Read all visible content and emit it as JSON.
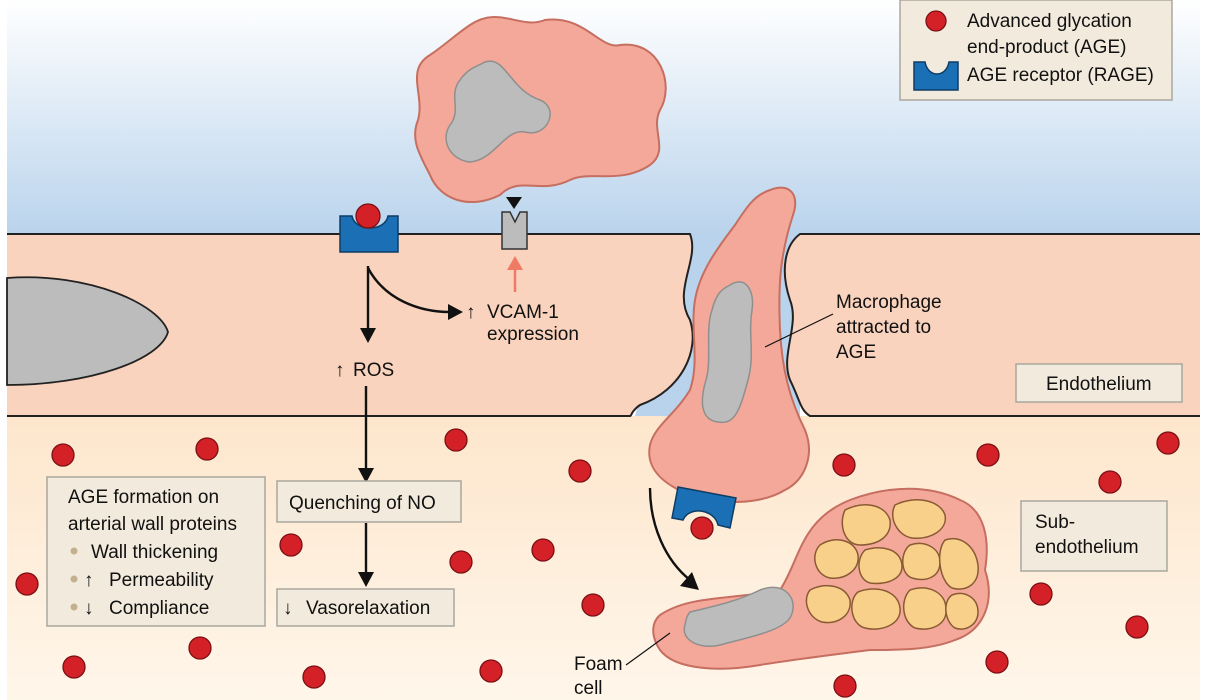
{
  "legend": {
    "age_line1": "Advanced glycation",
    "age_line2": "end-product (AGE)",
    "rage": "AGE receptor (RAGE)"
  },
  "labels": {
    "vcam_line1": "VCAM-1",
    "vcam_line2": "expression",
    "ros": "ROS",
    "macrophage_line1": "Macrophage",
    "macrophage_line2": "attracted to",
    "macrophage_line3": "AGE",
    "endothelium": "Endothelium",
    "quenching": "Quenching of NO",
    "vasorelaxation": "Vasorelaxation",
    "subendo_line1": "Sub-",
    "subendo_line2": "endothelium",
    "foam_line1": "Foam",
    "foam_line2": "cell"
  },
  "age_box": {
    "title_line1": "AGE formation on",
    "title_line2": "arterial wall proteins",
    "items": [
      "Wall thickening",
      "Permeability",
      "Compliance"
    ]
  },
  "colors": {
    "blood": "#c2d8ee",
    "endothelium": "#f9d3bd",
    "subendothelium": "#fdebd5",
    "macrophage": "#f4a899",
    "nucleus": "#bcbcbc",
    "age": "#d42027",
    "rage": "#1a6fb5",
    "box": "#f2ebdd",
    "lipid": "#f8d08a",
    "red_arrow": "#f07b65"
  }
}
